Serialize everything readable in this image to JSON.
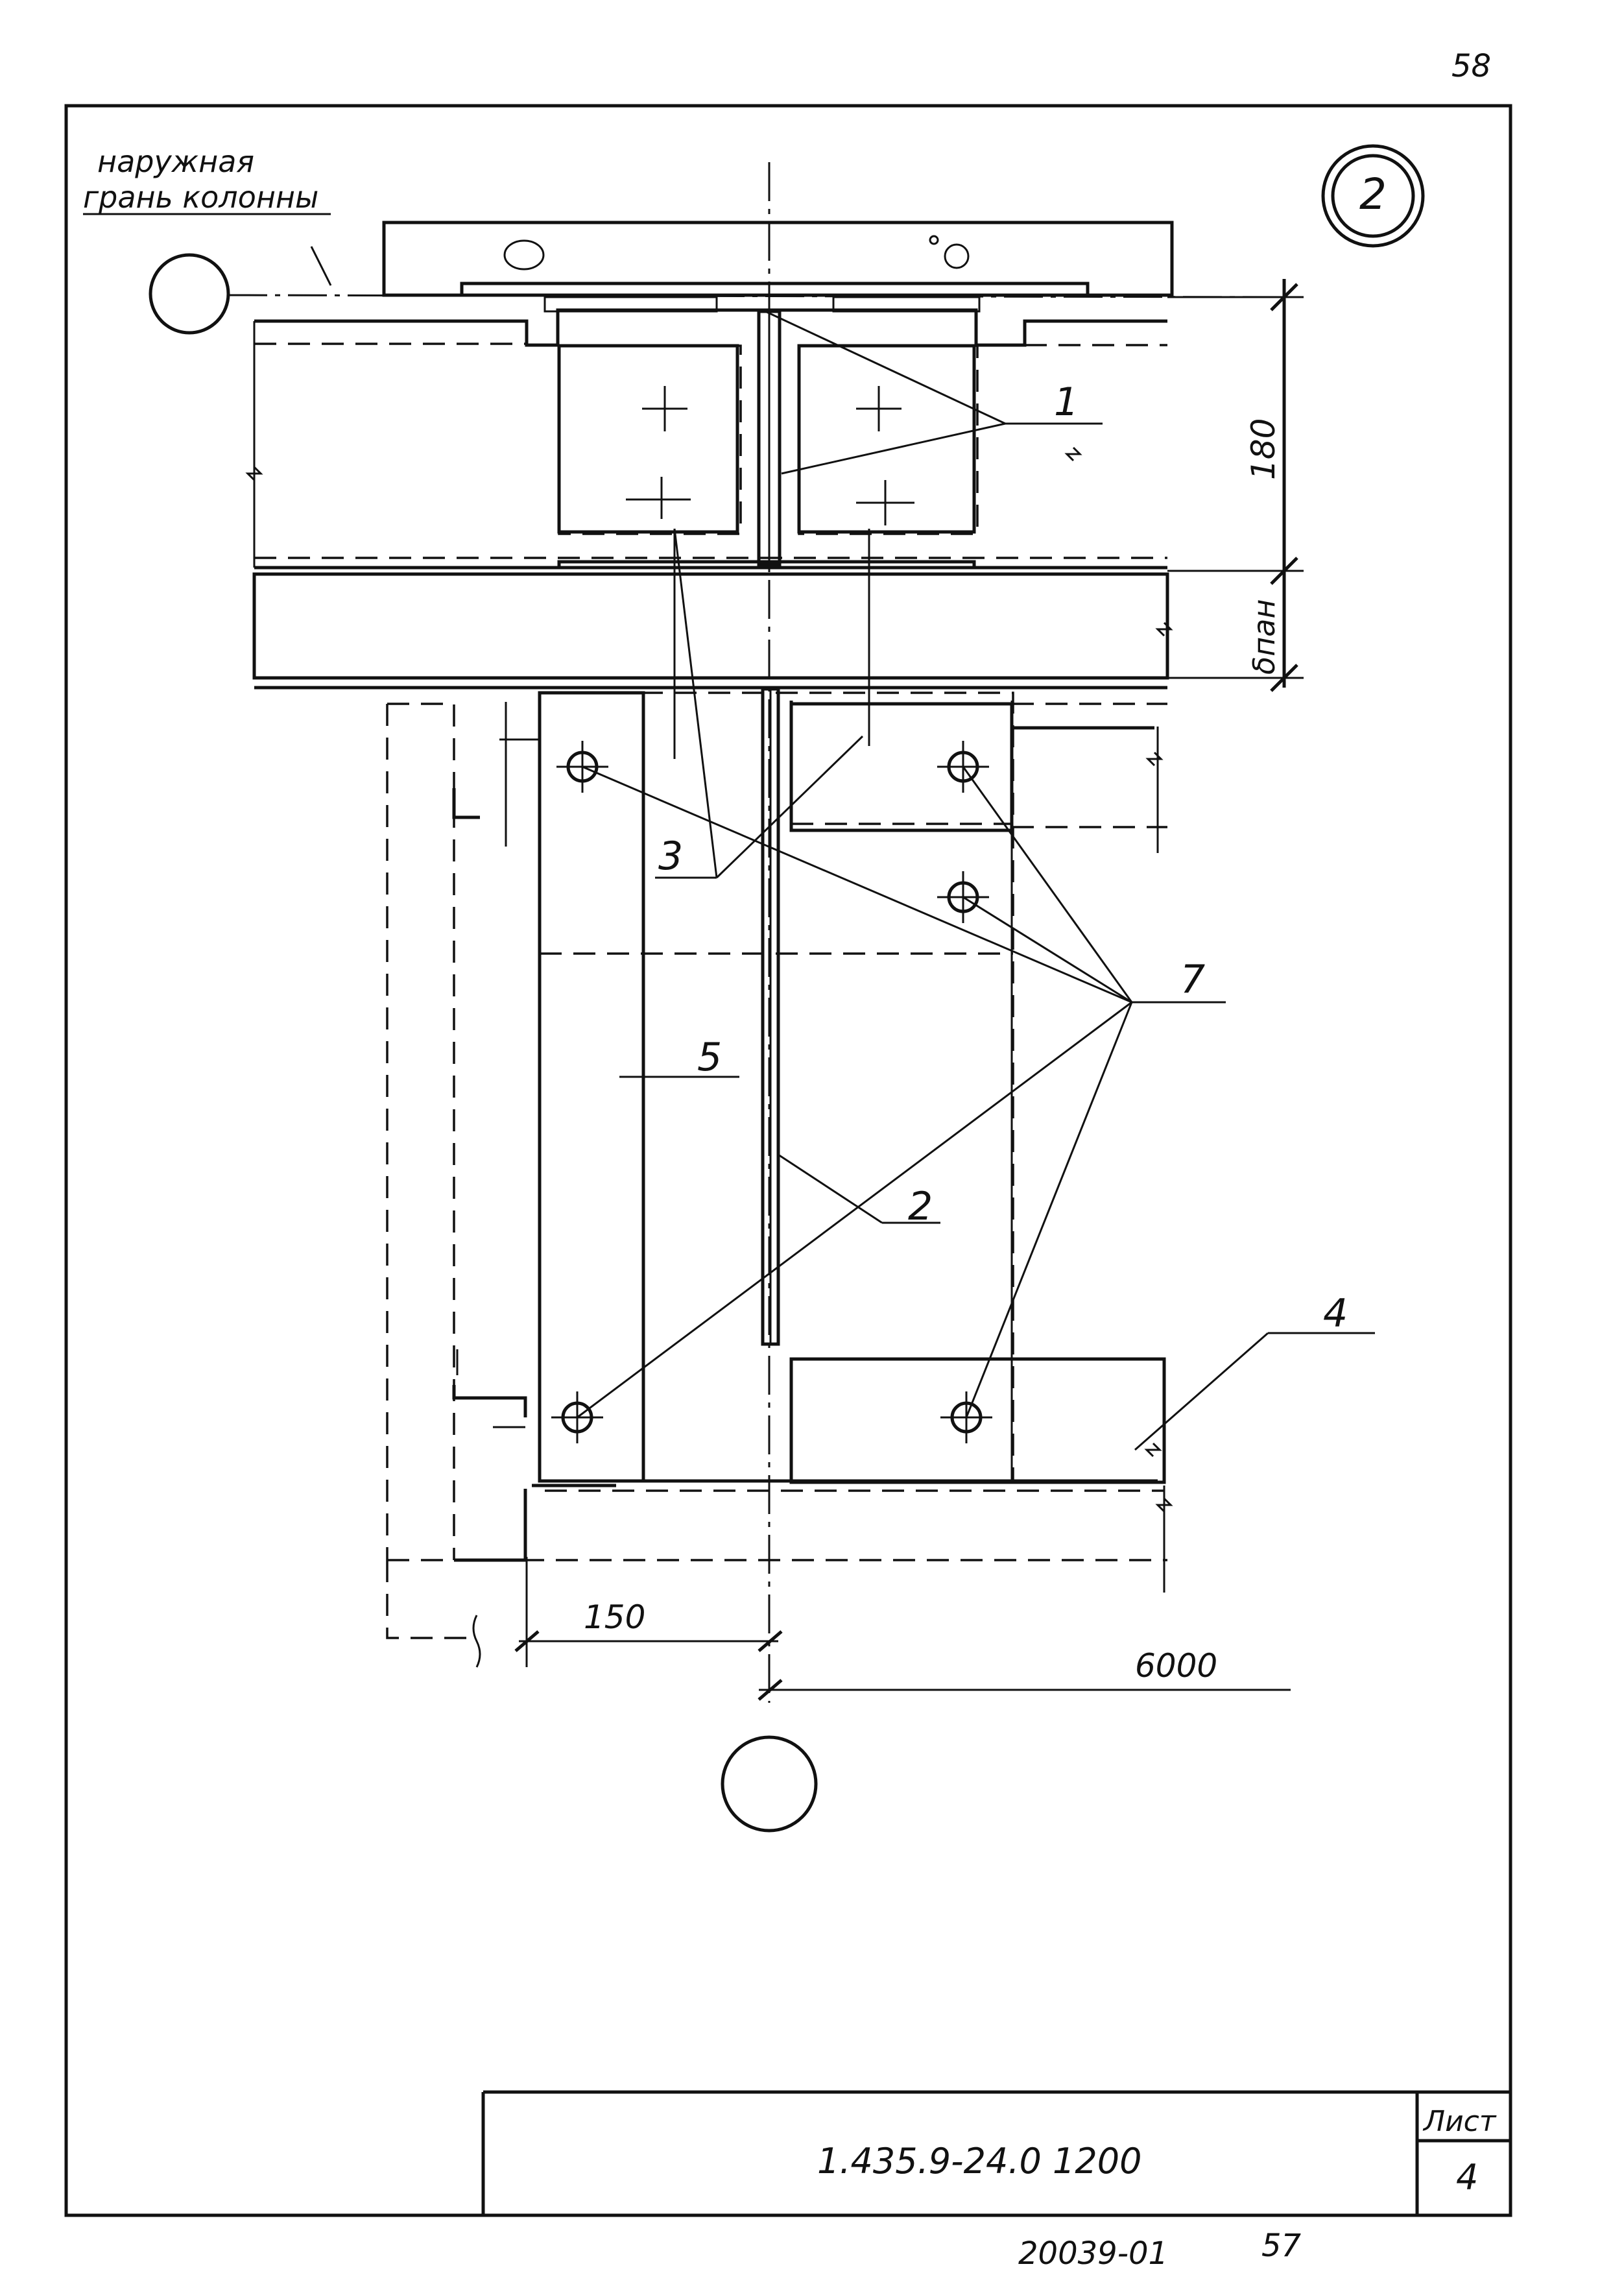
{
  "page_number": "58",
  "node_marker": "2",
  "outer_face_label_line1": "наружная",
  "outer_face_label_line2": "грань колонны",
  "callouts": {
    "c1": "1",
    "c2": "2",
    "c3": "3",
    "c4": "4",
    "c5": "5",
    "c7": "7"
  },
  "dimensions": {
    "d180": "180",
    "dpan": "δпан",
    "d150": "150",
    "d6000": "6000"
  },
  "title_block": {
    "document_code": "1.435.9-24.0 1200",
    "sheet_label": "Лист",
    "sheet_number": "4"
  },
  "footer": {
    "inventory_number": "20039-01",
    "footer_page": "57"
  },
  "colors": {
    "ink": "#111111",
    "paper": "#ffffff"
  }
}
